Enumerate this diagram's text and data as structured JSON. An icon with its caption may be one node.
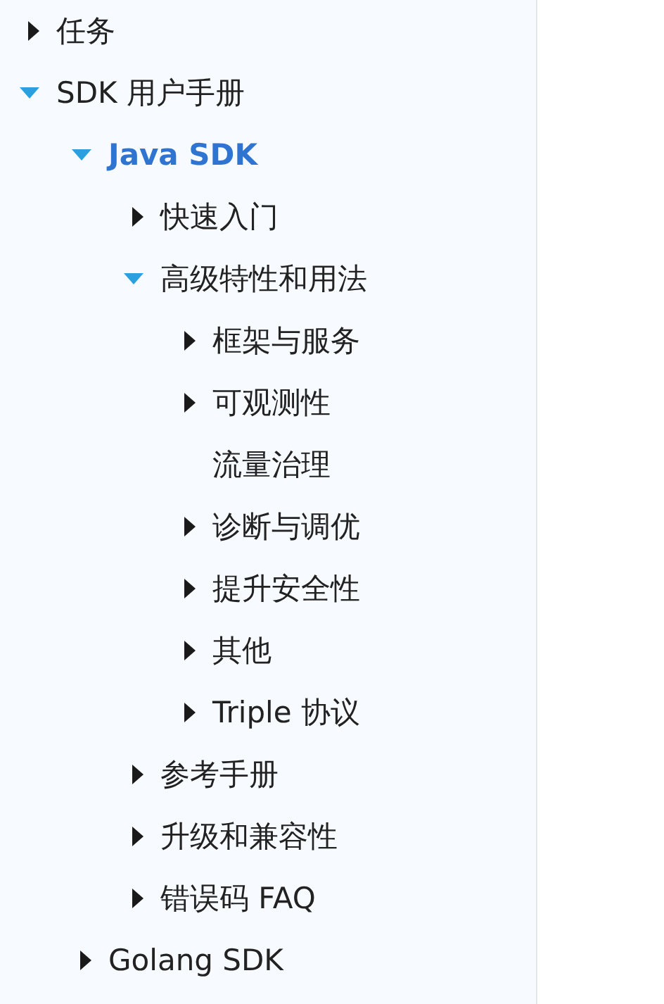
{
  "diagram": {
    "nodes": [
      {
        "text": [
          "任务"
        ]
      },
      {
        "text": [
          "SDK 用户手册"
        ]
      },
      {
        "text": [
          "Java SDK"
        ]
      },
      {
        "text": [
          "快速入门"
        ]
      },
      {
        "text": [
          "高级特性和用法"
        ]
      },
      {
        "text": [
          "框架与服务"
        ]
      },
      {
        "text": [
          "可观测性"
        ]
      },
      {
        "text": [
          "流量治理"
        ]
      },
      {
        "text": [
          "诊断与调优"
        ]
      },
      {
        "text": [
          "提升安全性"
        ]
      },
      {
        "text": [
          "其他"
        ]
      },
      {
        "text": [
          "Triple 协议"
        ]
      },
      {
        "text": [
          "参考手册"
        ]
      },
      {
        "text": [
          "升级和兼容性"
        ]
      },
      {
        "text": [
          "错误码 FAQ"
        ]
      },
      {
        "text": [
          "Golang SDK"
        ]
      }
    ]
  }
}
